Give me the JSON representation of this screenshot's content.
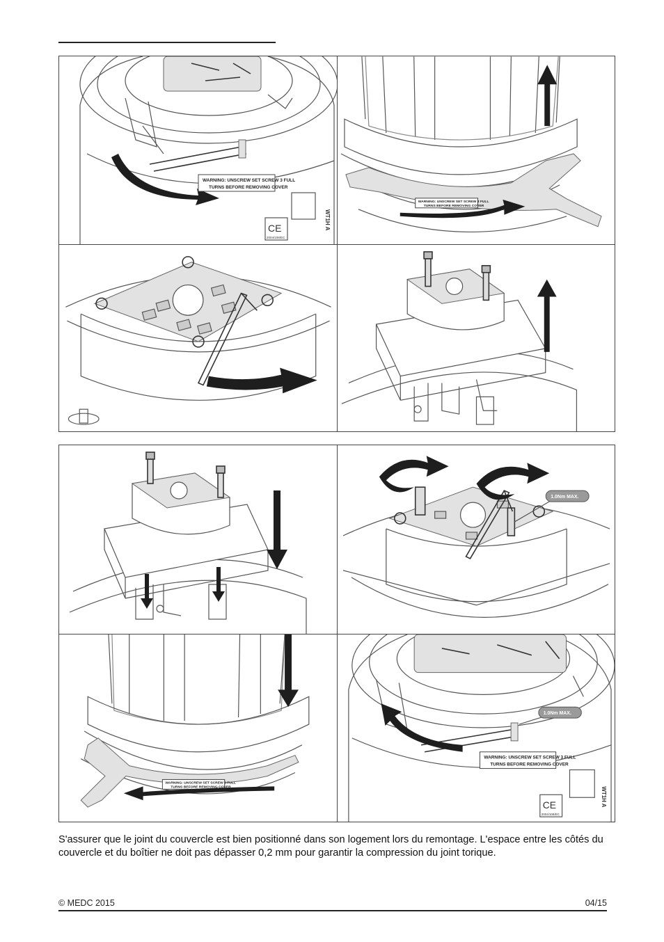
{
  "labels": {
    "warning_line1": "WARNING: UNSCREW SET SCREW 3 FULL",
    "warning_line2": "TURNS BEFORE REMOVING COVER",
    "ce_mark": "CE",
    "ce_code": "2004/108/EC",
    "model_code": "WT1H A",
    "torque": "1.0Nm MAX."
  },
  "caption": "S'assurer que le joint du couvercle est bien positionné dans son logement lors du remontage. L'espace entre les côtés du couvercle et du boîtier ne doit pas dépasser 0,2 mm pour garantir la compression du joint torique.",
  "footer": {
    "copyright": "© MEDC 2015",
    "page": "04/15"
  }
}
